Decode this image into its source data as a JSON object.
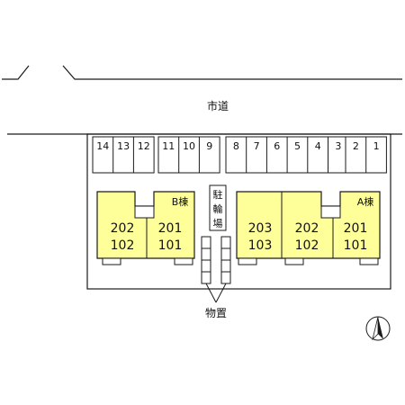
{
  "road_label": "市道",
  "storage_label": "物置",
  "bicycle_parking_label": [
    "駐",
    "輪",
    "場"
  ],
  "parking_groups": [
    [
      "14",
      "13",
      "12"
    ],
    [
      "11",
      "10",
      "9"
    ],
    [
      "8",
      "7",
      "6",
      "5",
      "4",
      "3"
    ],
    [
      "2",
      "1"
    ]
  ],
  "building_b": {
    "name": "B棟",
    "units": [
      {
        "upper": "202",
        "lower": "102"
      },
      {
        "upper": "201",
        "lower": "101"
      }
    ]
  },
  "building_a": {
    "name": "A棟",
    "units": [
      {
        "upper": "203",
        "lower": "103"
      },
      {
        "upper": "202",
        "lower": "102"
      },
      {
        "upper": "201",
        "lower": "101"
      }
    ]
  },
  "colors": {
    "building_fill": "#ffff99",
    "line": "#1a1a1a"
  },
  "north_arrow_icon": "north-arrow-icon"
}
